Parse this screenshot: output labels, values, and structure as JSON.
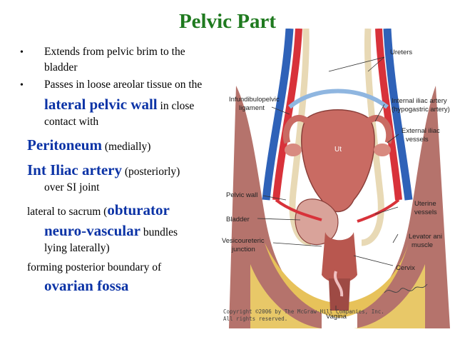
{
  "slide": {
    "title": "Pelvic Part",
    "bullets": [
      {
        "symbol": "•",
        "line1": "Extends from pelvic brim to the",
        "line2": "bladder"
      },
      {
        "symbol": "•",
        "line1": "Passes in loose areolar tissue on the",
        "emph": "lateral pelvic wall",
        "after_emph": " in close",
        "line3": "contact with"
      }
    ],
    "peritoneum": {
      "emph": "Peritoneum",
      "after": " (medially)"
    },
    "int_iliac": {
      "emph": "Int Iliac artery",
      "after": " (posteriorly)",
      "line2": "over SI joint"
    },
    "sacrum": {
      "before": "lateral to sacrum (",
      "emph1": "obturator",
      "emph2": "neuro-vascular",
      "after2": " bundles",
      "line3": "lying laterally)"
    },
    "fossa": {
      "before": "forming posterior boundary of",
      "emph": "ovarian fossa"
    }
  },
  "figure": {
    "labels": {
      "ureters": "Ureters",
      "infundibulopelvic": [
        "Infundibulopelvic",
        "ligament"
      ],
      "internal_iliac": [
        "Internal iliac artery",
        "(hypogastric artery)"
      ],
      "external_iliac": [
        "External iliac",
        "vessels"
      ],
      "ut": "Ut",
      "pelvic_wall": "Pelvic wall",
      "uterine_vessels": [
        "Uterine",
        "vessels"
      ],
      "bladder": "Bladder",
      "levator": [
        "Levator ani",
        "muscle"
      ],
      "vesicoureteric": [
        "Vesicoureteric",
        "junction"
      ],
      "cervix": "Cervix",
      "vagina": "Vagina"
    },
    "copyright": [
      "Copyright ©2006 by The McGraw-Hill Companies, Inc.",
      "All rights reserved."
    ],
    "colors": {
      "artery": "#d8323a",
      "vein": "#2f62b8",
      "tissue": "#c96b63",
      "fat": "#e7c25a",
      "ureter": "#e8d9b5"
    }
  }
}
